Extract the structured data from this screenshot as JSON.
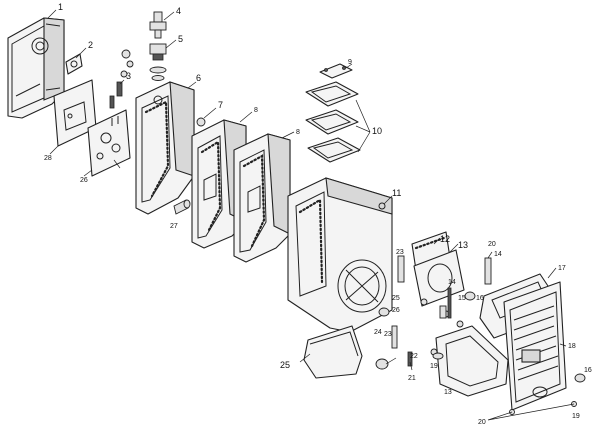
{
  "callouts": [
    {
      "id": "c1",
      "label": "1"
    },
    {
      "id": "c2",
      "label": "2"
    },
    {
      "id": "c3",
      "label": "3"
    },
    {
      "id": "c4",
      "label": "4"
    },
    {
      "id": "c5",
      "label": "5"
    },
    {
      "id": "c6",
      "label": "6"
    },
    {
      "id": "c7",
      "label": "7"
    },
    {
      "id": "c8a",
      "label": "8"
    },
    {
      "id": "c8b",
      "label": "8"
    },
    {
      "id": "c9",
      "label": "9"
    },
    {
      "id": "c10",
      "label": "10"
    },
    {
      "id": "c11",
      "label": "11"
    },
    {
      "id": "c12",
      "label": "12"
    },
    {
      "id": "c13a",
      "label": "13"
    },
    {
      "id": "c13b",
      "label": "13"
    },
    {
      "id": "c14a",
      "label": "14"
    },
    {
      "id": "c14b",
      "label": "14"
    },
    {
      "id": "c15",
      "label": "15"
    },
    {
      "id": "c16a",
      "label": "16"
    },
    {
      "id": "c16b",
      "label": "16"
    },
    {
      "id": "c17",
      "label": "17"
    },
    {
      "id": "c18",
      "label": "18"
    },
    {
      "id": "c19a",
      "label": "19"
    },
    {
      "id": "c19b",
      "label": "19"
    },
    {
      "id": "c20a",
      "label": "20"
    },
    {
      "id": "c20b",
      "label": "20"
    },
    {
      "id": "c21",
      "label": "21"
    },
    {
      "id": "c22",
      "label": "22"
    },
    {
      "id": "c23a",
      "label": "23"
    },
    {
      "id": "c23b",
      "label": "23"
    },
    {
      "id": "c24",
      "label": "24"
    },
    {
      "id": "c25a",
      "label": "25"
    },
    {
      "id": "c25b",
      "label": "25"
    },
    {
      "id": "c26a",
      "label": "26"
    },
    {
      "id": "c26b",
      "label": "26"
    },
    {
      "id": "c27",
      "label": "27"
    },
    {
      "id": "c28",
      "label": "28"
    }
  ]
}
